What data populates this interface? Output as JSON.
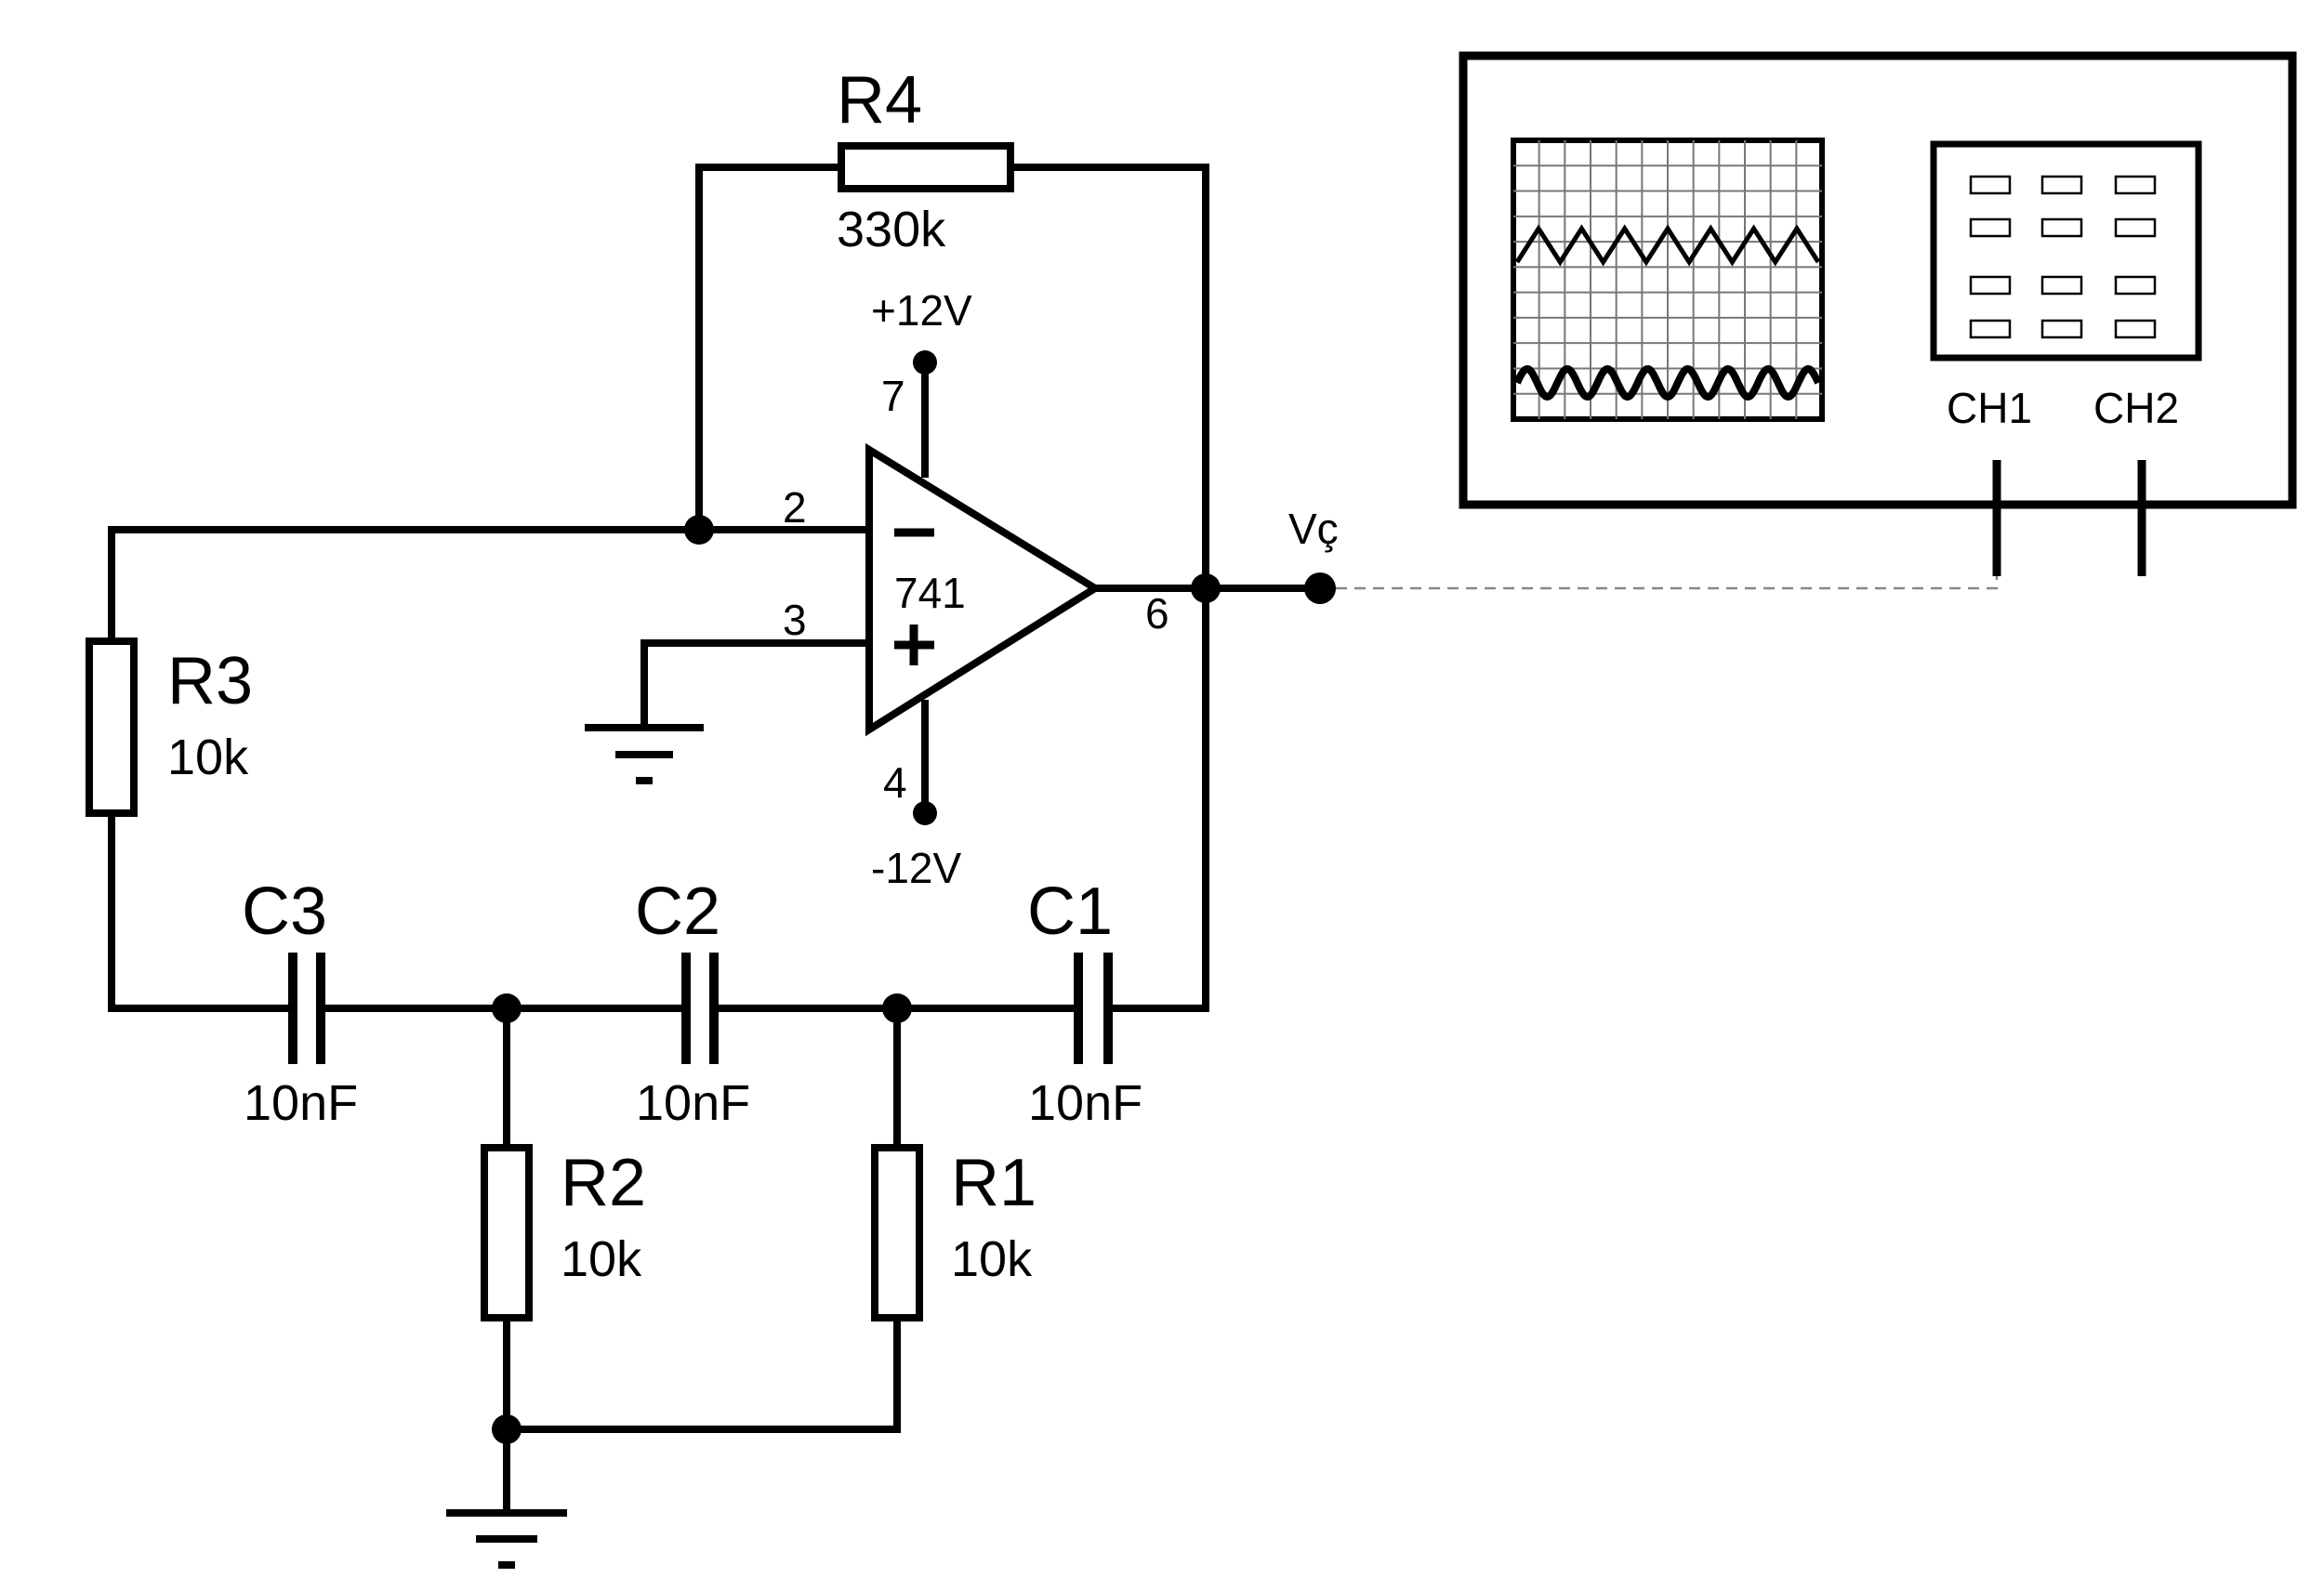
{
  "components": {
    "r4": {
      "name": "R4",
      "value": "330k"
    },
    "r3": {
      "name": "R3",
      "value": "10k"
    },
    "r2": {
      "name": "R2",
      "value": "10k"
    },
    "r1": {
      "name": "R1",
      "value": "10k"
    },
    "c3": {
      "name": "C3",
      "value": "10nF"
    },
    "c2": {
      "name": "C2",
      "value": "10nF"
    },
    "c1": {
      "name": "C1",
      "value": "10nF"
    },
    "opamp": {
      "name": "741",
      "pin_inverting": "2",
      "pin_noninverting": "3",
      "pin_output": "6",
      "pin_vplus": "7",
      "pin_vminus": "4",
      "vplus": "+12V",
      "vminus": "-12V"
    }
  },
  "output_label": "Vç",
  "oscilloscope": {
    "ch1": "CH1",
    "ch2": "CH2"
  }
}
